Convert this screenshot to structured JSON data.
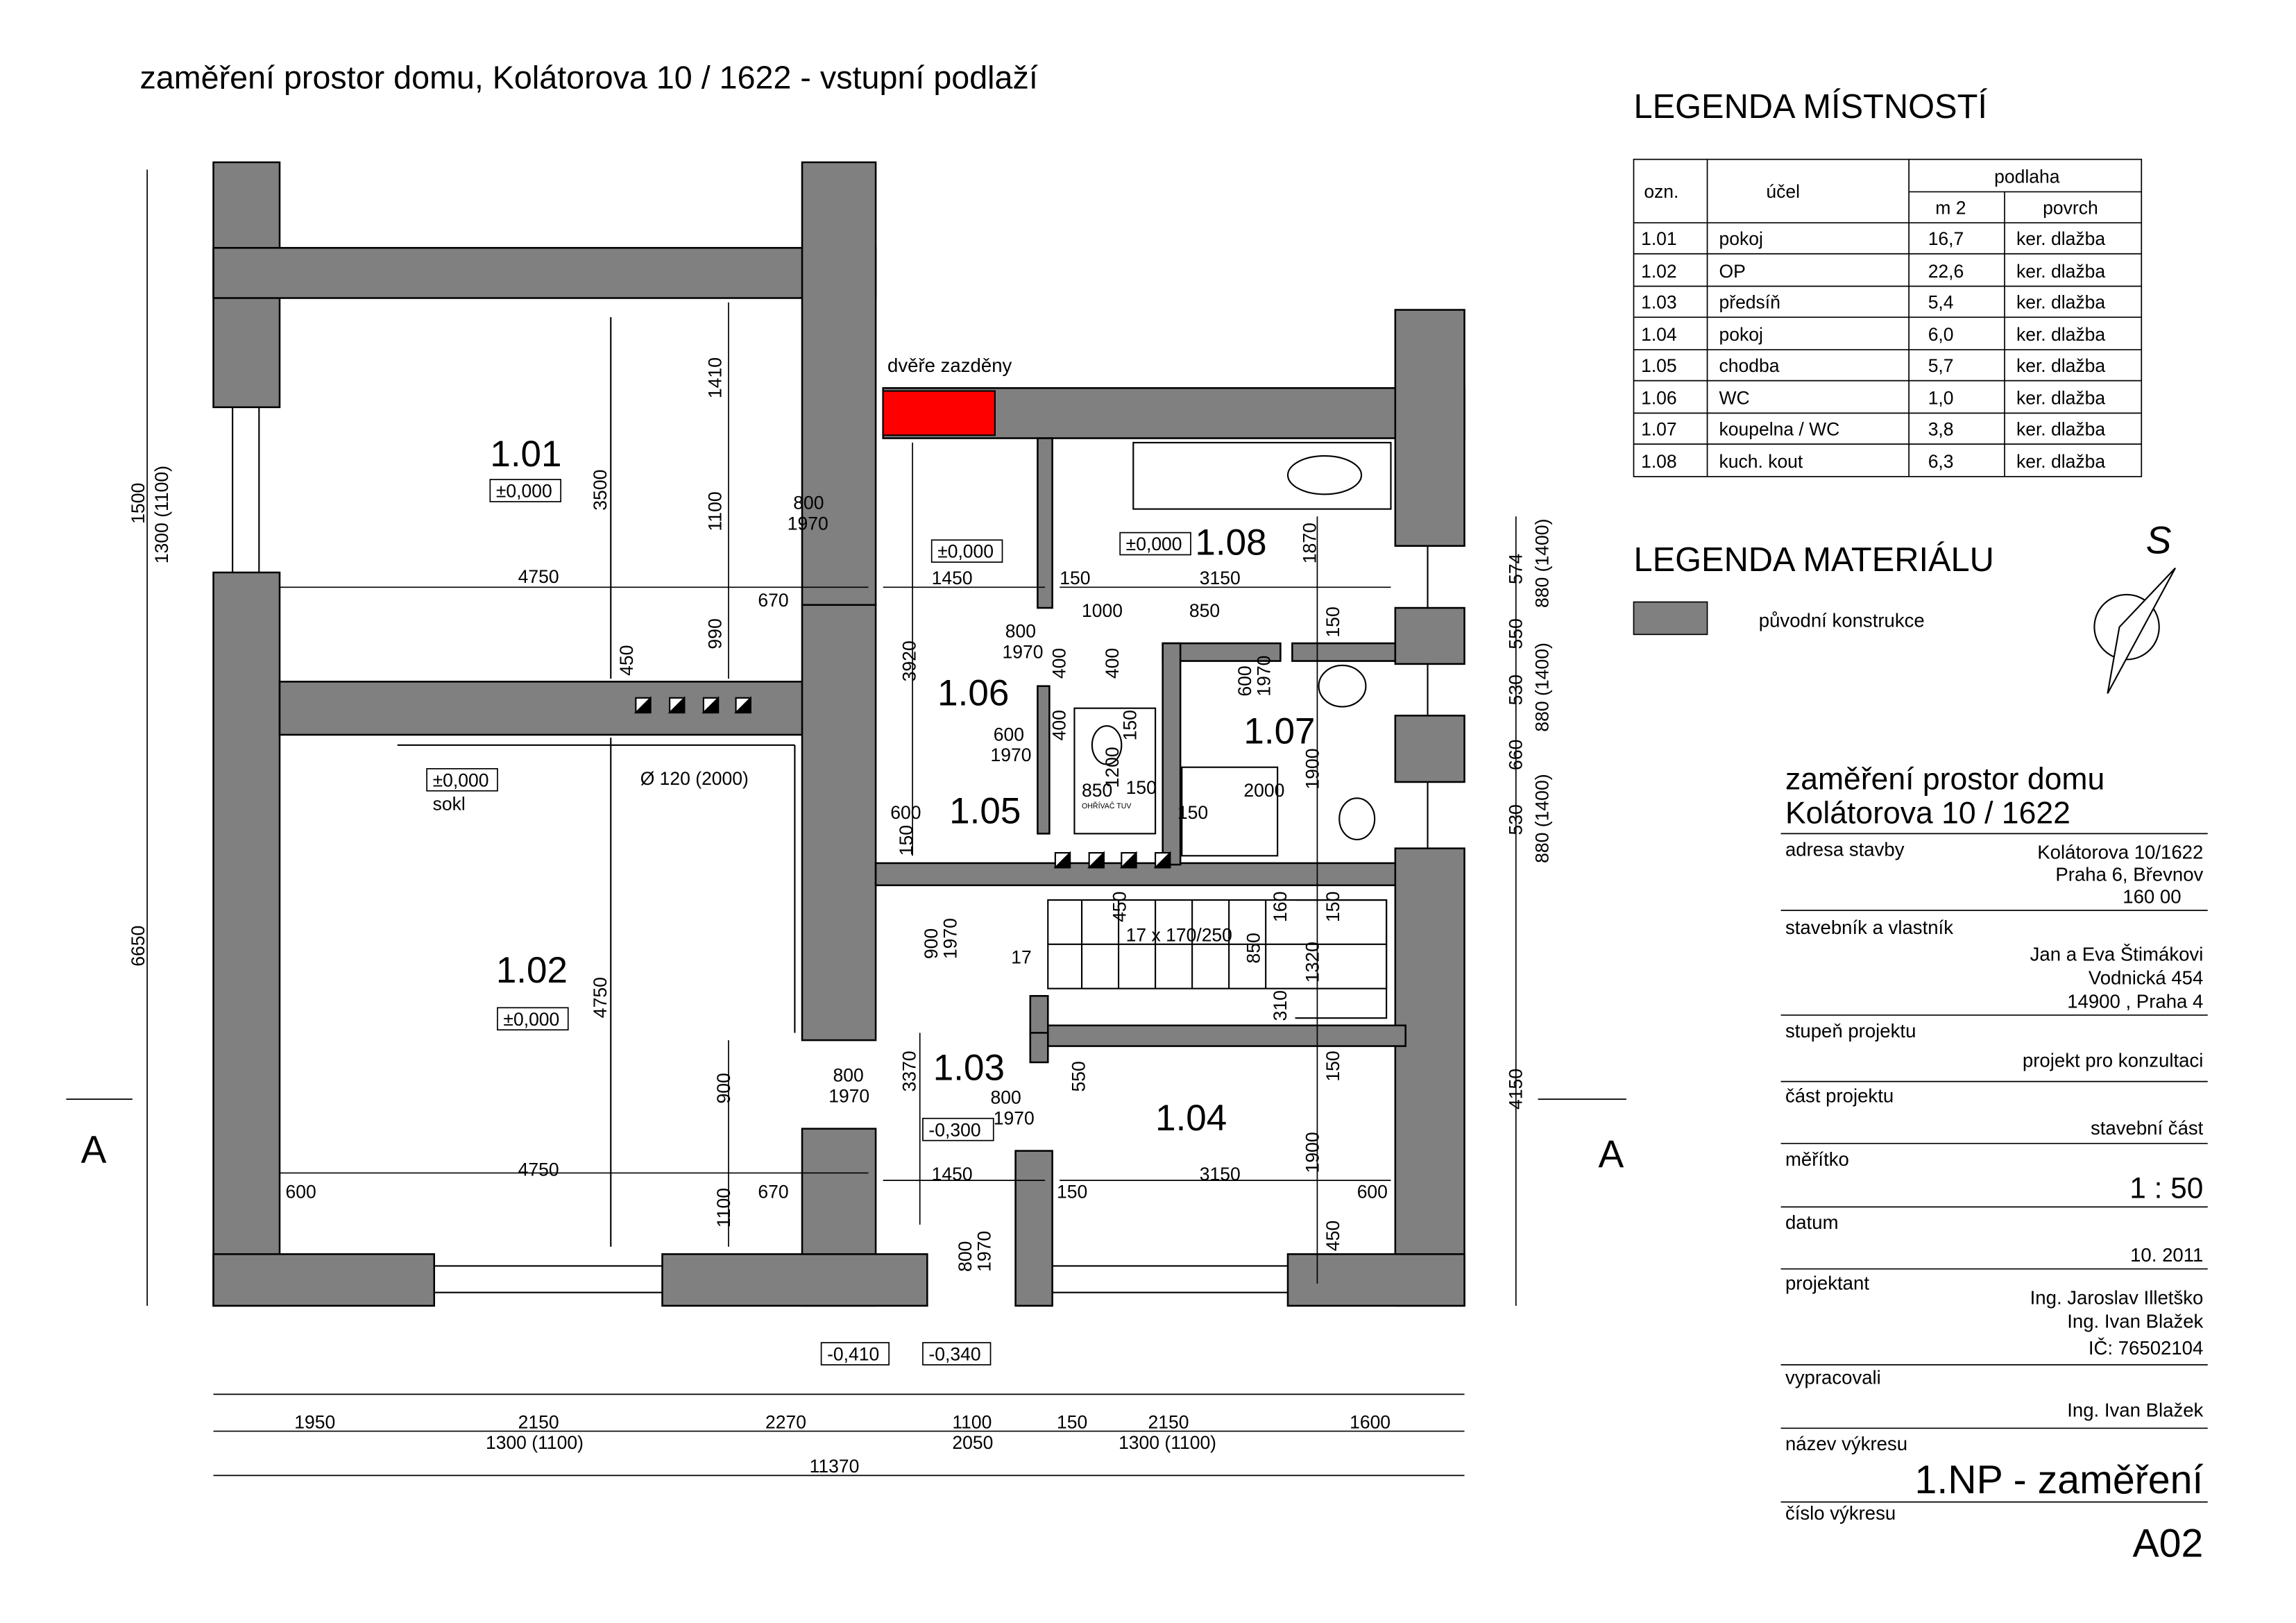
{
  "title": "zaměření prostor domu, Kolátorova 10 / 1622 - vstupní podlaží",
  "annotation_bricked_door": "dvěře zazděny",
  "rooms": [
    {
      "id": "1.01",
      "level": "±0,000"
    },
    {
      "id": "1.02",
      "level": "±0,000"
    },
    {
      "id": "1.03",
      "level": "-0,300"
    },
    {
      "id": "1.04"
    },
    {
      "id": "1.05"
    },
    {
      "id": "1.06"
    },
    {
      "id": "1.07"
    },
    {
      "id": "1.08",
      "level": "±0,000"
    }
  ],
  "level_marks": {
    "corridor": "±0,000",
    "sokl": "±0,000",
    "sokl_label": "sokl",
    "entry_outside": "-0,410",
    "entry_step": "-0,340"
  },
  "pipe_label": "Ø 120 (2000)",
  "boiler_label": "OHŘÍVAČ TUV",
  "stairs": {
    "label": "17 x 170/250",
    "count": "17"
  },
  "section_mark": "A",
  "north_mark": "S",
  "dimensions": {
    "top_left": {
      "d1410": "1410",
      "d3500": "3500",
      "d1100": "1100",
      "d990": "990",
      "d450": "450",
      "d4750": "4750",
      "d670": "670",
      "door": "800",
      "door_h": "1970"
    },
    "left": {
      "d1500": "1500",
      "d1300": "1300 (1100)",
      "d6650": "6650"
    },
    "mid": {
      "d1450": "1450",
      "d3920": "3920",
      "door1_w": "800",
      "door1_h": "1970",
      "d400a": "400",
      "d400b": "400",
      "d400c": "400",
      "d600": "600",
      "d1970": "1970",
      "d1200": "1200",
      "d150": "150",
      "d850": "850",
      "d150b": "150",
      "d600b": "600",
      "d150c": "150",
      "d900": "900",
      "d1970b": "1970",
      "d3370": "3370",
      "d800": "800",
      "d1970c": "1970",
      "d1450b": "1450",
      "d800b": "800",
      "d1970d": "1970"
    },
    "right_rooms": {
      "d150": "150",
      "d3150": "3150",
      "d1000": "1000",
      "d850": "850",
      "d1870": "1870",
      "d150b": "150",
      "d600": "600",
      "d1970": "1970",
      "d1900": "1900",
      "d2000": "2000",
      "d150c": "150",
      "d450": "450",
      "d160": "160",
      "d150d": "150",
      "d850b": "850",
      "d1320": "1320",
      "d310": "310",
      "d550": "550",
      "d150e": "150",
      "d3150b": "3150",
      "d1900b": "1900",
      "d150f": "150",
      "d600b": "600",
      "d450b": "450"
    },
    "left_lower": {
      "d4750": "4750",
      "d900": "900",
      "d800": "800",
      "d1970": "1970",
      "d4750b": "4750",
      "d600": "600",
      "d1100": "1100",
      "d670": "670"
    },
    "right_edge": {
      "d574": "574",
      "d880a": "880 (1400)",
      "d550": "550",
      "d530a": "530",
      "d880b": "880 (1400)",
      "d660": "660",
      "d530b": "530",
      "d880c": "880 (1400)",
      "d4150": "4150"
    },
    "bottom": {
      "d1950": "1950",
      "d2150": "2150",
      "d1300a": "1300 (1100)",
      "d2270": "2270",
      "d1100": "1100",
      "d2050": "2050",
      "d150": "150",
      "d2150b": "2150",
      "d1300b": "1300 (1100)",
      "d1600": "1600",
      "d11370": "11370"
    }
  },
  "room_legend": {
    "title": "LEGENDA MÍSTNOSTÍ",
    "headers": {
      "ozn": "ozn.",
      "ucel": "účel",
      "podlaha": "podlaha",
      "m2": "m 2",
      "povrch": "povrch"
    },
    "rows": [
      {
        "ozn": "1.01",
        "ucel": "pokoj",
        "m2": "16,7",
        "povrch": "ker. dlažba"
      },
      {
        "ozn": "1.02",
        "ucel": "OP",
        "m2": "22,6",
        "povrch": "ker. dlažba"
      },
      {
        "ozn": "1.03",
        "ucel": "předsíň",
        "m2": "5,4",
        "povrch": "ker. dlažba"
      },
      {
        "ozn": "1.04",
        "ucel": "pokoj",
        "m2": "6,0",
        "povrch": "ker. dlažba"
      },
      {
        "ozn": "1.05",
        "ucel": "chodba",
        "m2": "5,7",
        "povrch": "ker. dlažba"
      },
      {
        "ozn": "1.06",
        "ucel": "WC",
        "m2": "1,0",
        "povrch": "ker. dlažba"
      },
      {
        "ozn": "1.07",
        "ucel": "koupelna / WC",
        "m2": "3,8",
        "povrch": "ker. dlažba"
      },
      {
        "ozn": "1.08",
        "ucel": "kuch. kout",
        "m2": "6,3",
        "povrch": "ker. dlažba"
      }
    ]
  },
  "material_legend": {
    "title": "LEGENDA MATERIÁLU",
    "item": "původní konstrukce",
    "color": "#808080"
  },
  "colors": {
    "wall": "#808080",
    "bricked": "#ff0000"
  },
  "title_block": {
    "project_line1": "zaměření prostor domu",
    "project_line2": "Kolátorova 10 / 1622",
    "address_label": "adresa stavby",
    "address": [
      "Kolátorova 10/1622",
      "Praha 6, Břevnov",
      "160 00"
    ],
    "owner_label": "stavebník a vlastník",
    "owner": [
      "Jan a Eva Štimákovi",
      "Vodnická 454",
      "14900 , Praha 4"
    ],
    "stage_label": "stupeň projektu",
    "stage": "projekt pro konzultaci",
    "part_label": "část projektu",
    "part": "stavební část",
    "scale_label": "měřítko",
    "scale": "1 : 50",
    "date_label": "datum",
    "date": "10. 2011",
    "designer_label": "projektant",
    "designer": [
      "Ing. Jaroslav Illetško",
      "Ing. Ivan Blažek",
      "IČ: 76502104"
    ],
    "drawn_label": "vypracovali",
    "drawn": "Ing. Ivan Blažek",
    "drawing_name_label": "název výkresu",
    "drawing_name": "1.NP - zaměření",
    "drawing_no_label": "číslo výkresu",
    "drawing_no": "A02"
  }
}
